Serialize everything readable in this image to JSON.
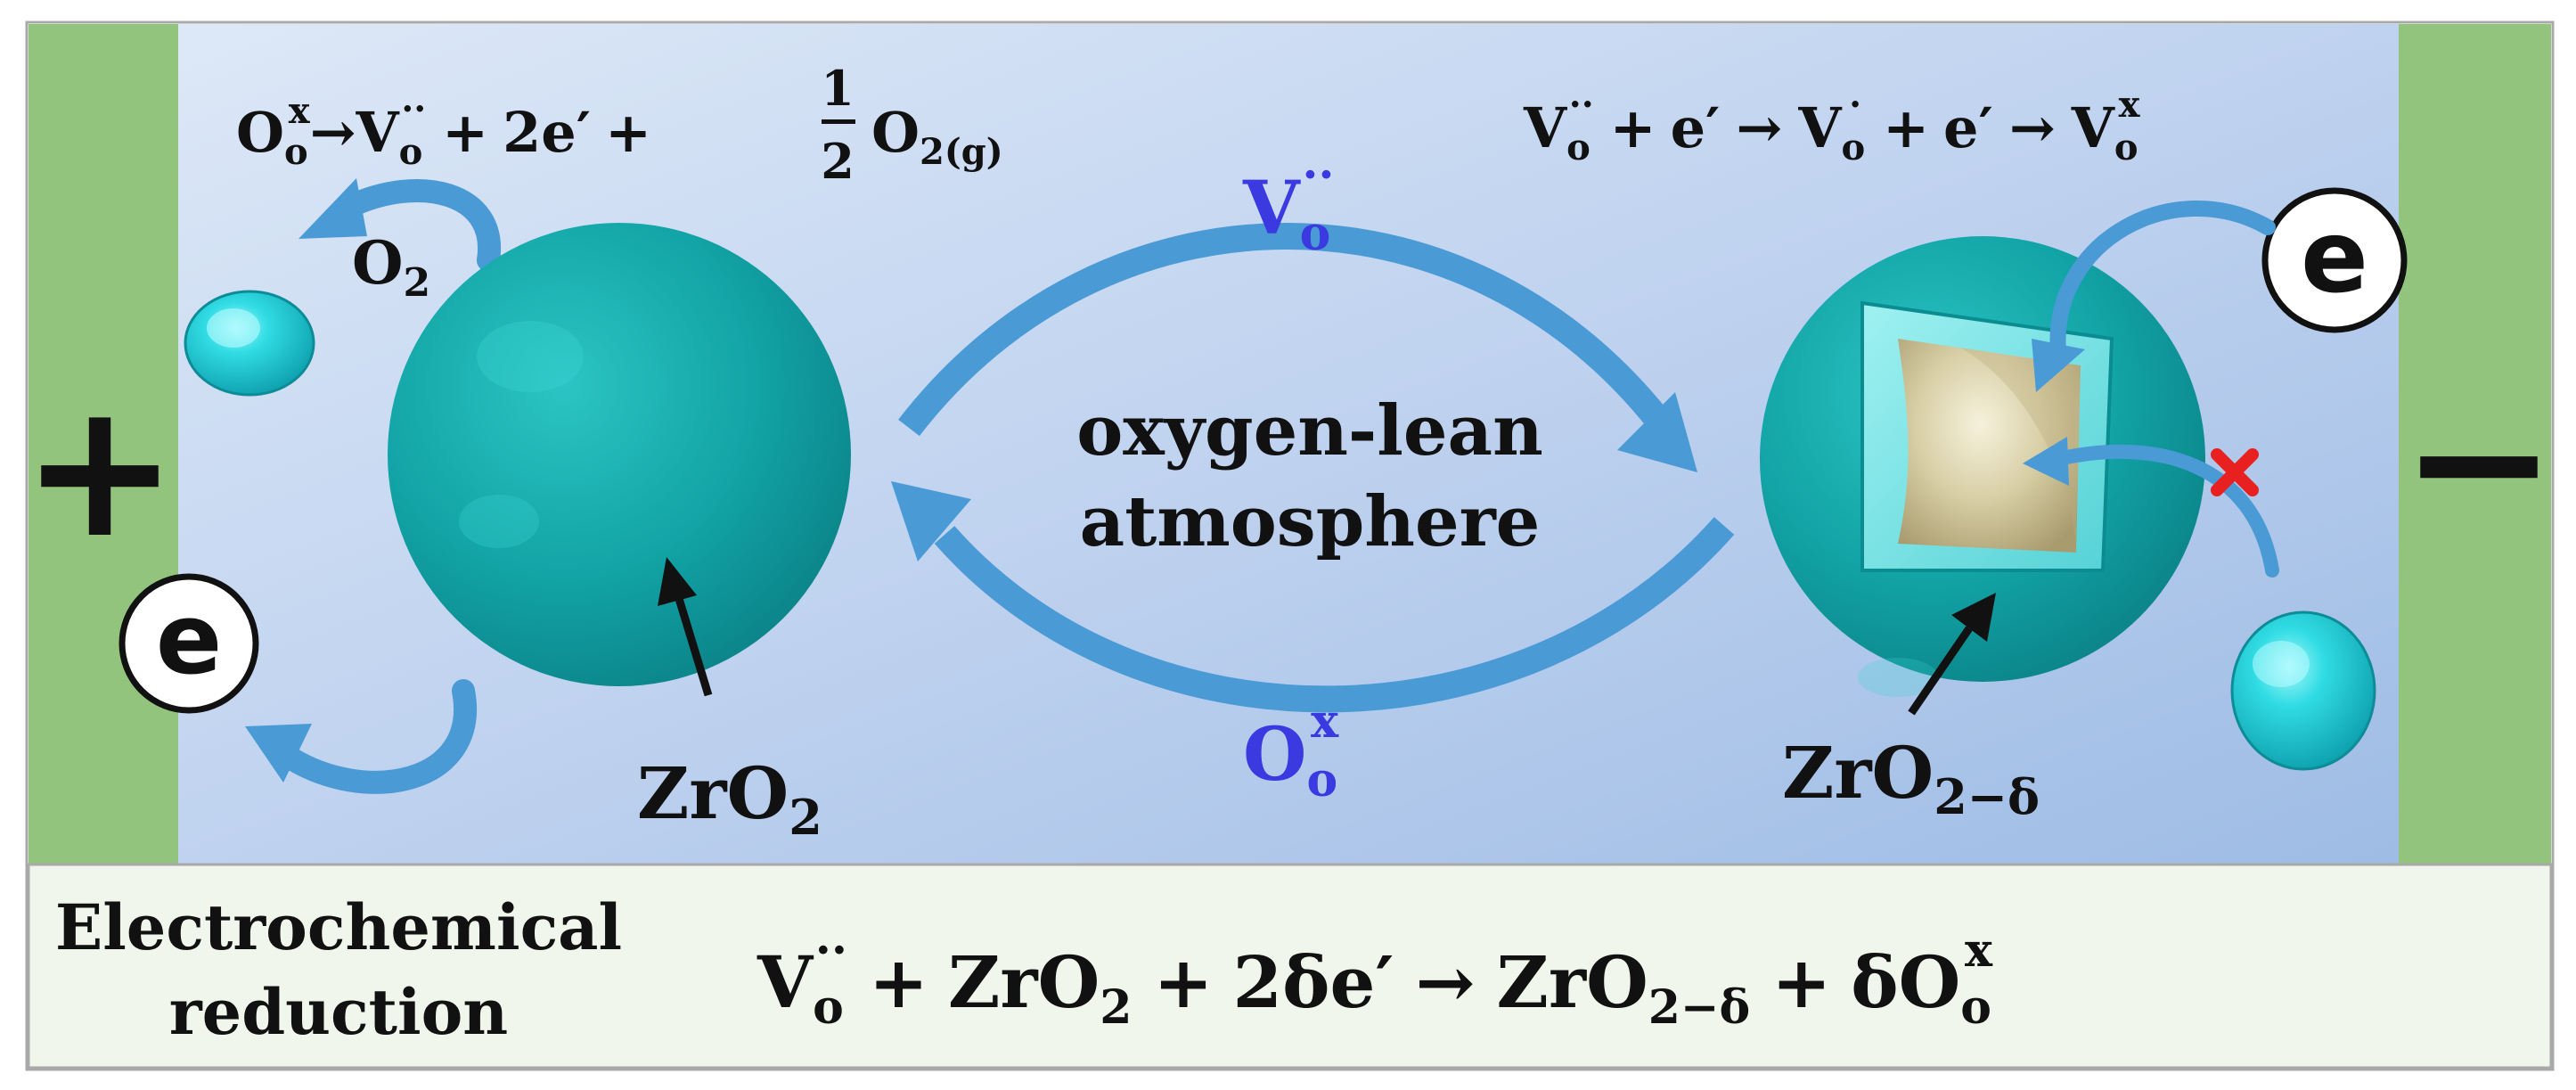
{
  "electrodes": {
    "anode_sign": "+",
    "cathode_sign": "−",
    "electron_symbol": "e"
  },
  "anode_reaction": {
    "lhs": {
      "base": "O",
      "sub": "o",
      "sup": "x"
    },
    "arrow": "→",
    "vacancy": {
      "base": "V",
      "sub": "o",
      "sup": "··"
    },
    "plus1": "+",
    "electrons": "2e′",
    "plus2": "+",
    "frac_num": "1",
    "frac_den": "2",
    "gas": {
      "base": "O",
      "sub": "2(g)"
    }
  },
  "oxygen_release": {
    "base": "O",
    "sub": "2"
  },
  "cathode_reaction": {
    "v2": {
      "base": "V",
      "sub": "o",
      "sup": "··"
    },
    "plus1": "+",
    "e1": "e′",
    "arrow1": "→",
    "v1": {
      "base": "V",
      "sub": "o",
      "sup": "·"
    },
    "plus2": "+",
    "e2": "e′",
    "arrow2": "→",
    "v0": {
      "base": "V",
      "sub": "o",
      "sup": "x"
    }
  },
  "exchange": {
    "top_species": {
      "base": "V",
      "sub": "o",
      "sup": "··"
    },
    "bottom_species": {
      "base": "O",
      "sub": "o",
      "sup": "x"
    },
    "center_line1": "oxygen-lean",
    "center_line2": "atmosphere"
  },
  "particles": {
    "left_label": {
      "base": "ZrO",
      "sub": "2"
    },
    "right_label": {
      "base": "ZrO",
      "sub": "2−δ"
    }
  },
  "bottom_box": {
    "title_line1": "Electrochemical",
    "title_line2": "reduction",
    "eq": {
      "v": {
        "base": "V",
        "sub": "o",
        "sup": "··"
      },
      "plus1": "+",
      "zro2": {
        "base": "ZrO",
        "sub": "2"
      },
      "plus2": "+",
      "electrons": "2δe′",
      "arrow": "→",
      "product": {
        "base": "ZrO",
        "sub": "2−δ"
      },
      "plus3": "+",
      "oxygen": {
        "base": "δO",
        "sub": "o",
        "sup": "x"
      }
    }
  },
  "colors": {
    "electrode_green": "#93c47d",
    "cell_bg_left": "#dbe6f6",
    "cell_bg_right": "#a2bfe6",
    "arrow_blue": "#4a9ad6",
    "species_blue": "#3a3ae0",
    "particle_teal": "#0fa8a8",
    "core_gold": "#c9bd92",
    "bottom_box": "#f0f6ec",
    "block_mark": "#e82020"
  }
}
